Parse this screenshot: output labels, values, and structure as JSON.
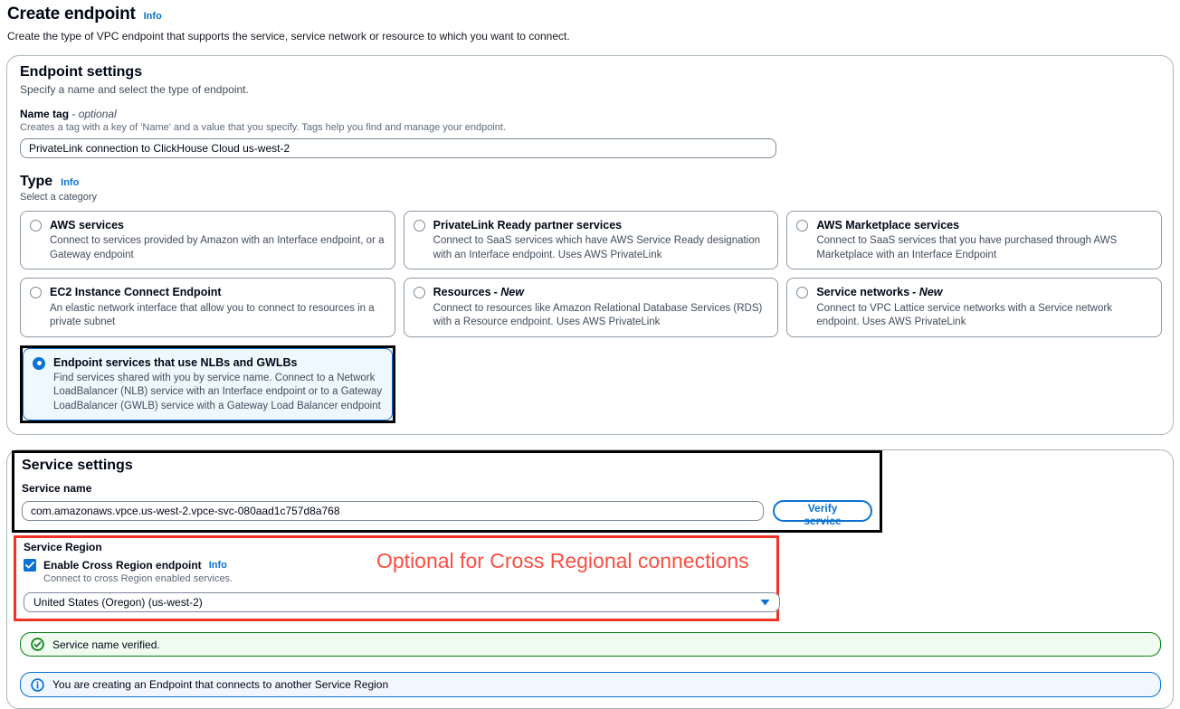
{
  "page": {
    "title": "Create endpoint",
    "info_label": "Info",
    "description": "Create the type of VPC endpoint that supports the service, service network or resource to which you want to connect."
  },
  "endpoint_settings": {
    "title": "Endpoint settings",
    "subtitle": "Specify a name and select the type of endpoint.",
    "name_tag": {
      "label": "Name tag",
      "optional_suffix": "- optional",
      "help": "Creates a tag with a key of 'Name' and a value that you specify. Tags help you find and manage your endpoint.",
      "value": "PrivateLink connection to ClickHouse Cloud us-west-2"
    },
    "type": {
      "label": "Type",
      "info_label": "Info",
      "help": "Select a category",
      "options": [
        {
          "title": "AWS services",
          "description": "Connect to services provided by Amazon with an Interface endpoint, or a Gateway endpoint",
          "selected": false
        },
        {
          "title": "PrivateLink Ready partner services",
          "description": "Connect to SaaS services which have AWS Service Ready designation with an Interface endpoint. Uses AWS PrivateLink",
          "selected": false
        },
        {
          "title": "AWS Marketplace services",
          "description": "Connect to SaaS services that you have purchased through AWS Marketplace with an Interface Endpoint",
          "selected": false
        },
        {
          "title": "EC2 Instance Connect Endpoint",
          "description": "An elastic network interface that allow you to connect to resources in a private subnet",
          "selected": false
        },
        {
          "title": "Resources",
          "title_suffix": "- New",
          "description": "Connect to resources like Amazon Relational Database Services (RDS) with a Resource endpoint. Uses AWS PrivateLink",
          "selected": false
        },
        {
          "title": "Service networks",
          "title_suffix": "- New",
          "description": "Connect to VPC Lattice service networks with a Service network endpoint. Uses AWS PrivateLink",
          "selected": false
        },
        {
          "title": "Endpoint services that use NLBs and GWLBs",
          "description": "Find services shared with you by service name. Connect to a Network LoadBalancer (NLB) service with an Interface endpoint or to a Gateway LoadBalancer (GWLB) service with a Gateway Load Balancer endpoint",
          "selected": true
        }
      ]
    }
  },
  "service_settings": {
    "title": "Service settings",
    "service_name": {
      "label": "Service name",
      "value": "com.amazonaws.vpce.us-west-2.vpce-svc-080aad1c757d8a768"
    },
    "verify_button_label": "Verify service",
    "service_region": {
      "label": "Service Region",
      "checkbox_label": "Enable Cross Region endpoint",
      "info_label": "Info",
      "checkbox_checked": true,
      "checkbox_help": "Connect to cross Region enabled services.",
      "region_value": "United States (Oregon) (us-west-2)"
    },
    "annotation_text": "Optional for Cross Regional connections",
    "alerts": {
      "success_message": "Service name verified.",
      "info_message": "You are creating an Endpoint that connects to another Service Region"
    }
  },
  "colors": {
    "accent_blue": "#0972d3",
    "success_green": "#067d14",
    "success_bg": "#f1fcf1",
    "info_bg": "#f0f7ff",
    "selected_card_bg": "#f0f8ff",
    "annotation_red": "#ef3427",
    "annotation_black": "#000000"
  }
}
